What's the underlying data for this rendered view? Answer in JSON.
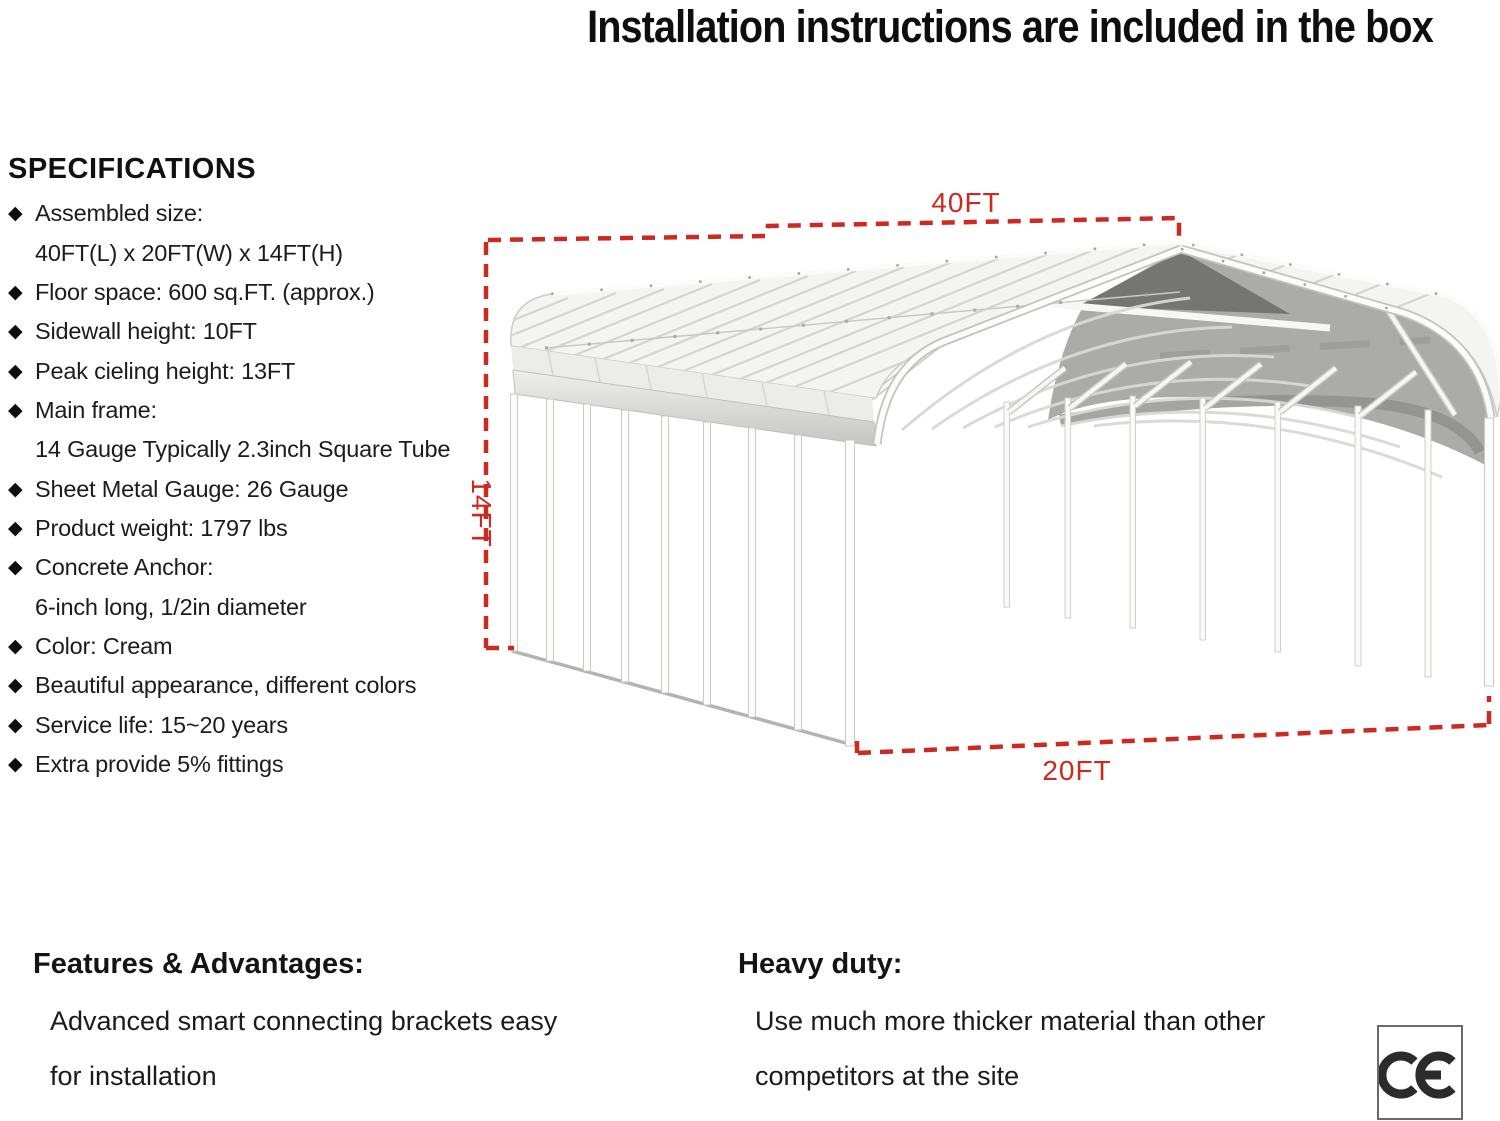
{
  "title": "Installation instructions are included in the box",
  "specs": {
    "heading": "SPECIFICATIONS",
    "bullet_glyph": "◆",
    "items": [
      {
        "text": "Assembled size:"
      },
      {
        "text": "40FT(L) x 20FT(W) x 14FT(H)"
      },
      {
        "text": "Floor space: 600 sq.FT. (approx.)"
      },
      {
        "text": "Sidewall height: 10FT"
      },
      {
        "text": "Peak cieling height: 13FT"
      },
      {
        "text": "Main frame:"
      },
      {
        "text": "14 Gauge Typically 2.3inch Square Tube"
      },
      {
        "text": "Sheet Metal Gauge: 26 Gauge"
      },
      {
        "text": "Product weight: 1797 lbs"
      },
      {
        "text": "Concrete Anchor:"
      },
      {
        "text": "6-inch long, 1/2in diameter"
      },
      {
        "text": "Color: Cream"
      },
      {
        "text": "Beautiful appearance, different colors"
      },
      {
        "text": "Service life: 15~20 years"
      },
      {
        "text": "Extra provide 5% fittings"
      }
    ]
  },
  "diagram": {
    "labels": {
      "length": "40FT",
      "height": "14FT",
      "width": "20FT"
    },
    "dimension_color": "#cc2a20"
  },
  "features": {
    "heading": "Features & Advantages:",
    "line1": "Advanced smart connecting brackets easy",
    "line2": "for installation"
  },
  "heavy_duty": {
    "heading": "Heavy duty:",
    "line1": "Use much more thicker material than other",
    "line2": "competitors at the site"
  },
  "certification": {
    "mark": "CE"
  }
}
